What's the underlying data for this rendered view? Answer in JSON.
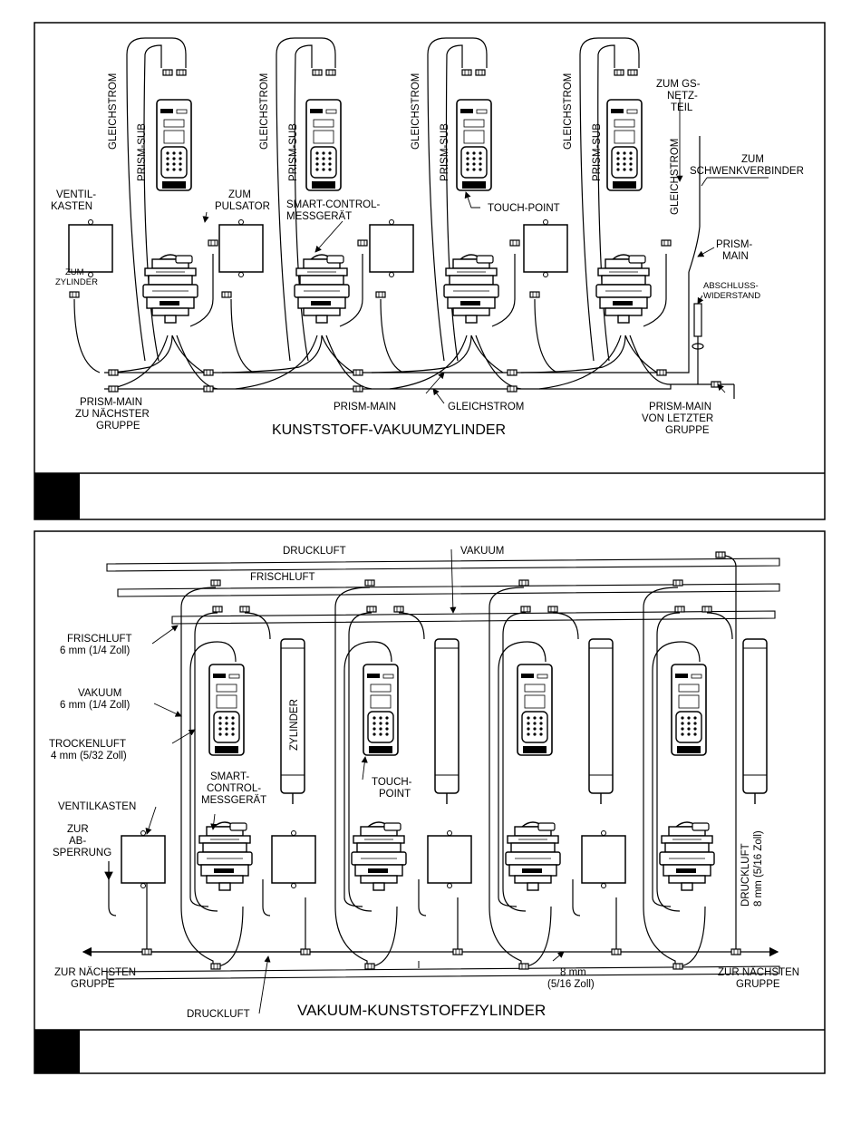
{
  "figure1": {
    "caption": "KUNSTSTOFF-VAKUUMZYLINDER",
    "labels": {
      "gleichstrom": "GLEICHSTROM",
      "prism_sub": "PRISM-SUB",
      "ventil_1": "VENTIL-",
      "ventil_2": "KASTEN",
      "zum_pulsator_1": "ZUM",
      "zum_pulsator_2": "PULSATOR",
      "smart_control_1": "SMART-CONTROL-",
      "smart_control_2": "MESSGERÄT",
      "touch_point": "TOUCH-POINT",
      "zum_gs_1": "ZUM GS-",
      "zum_gs_2": "NETZ-",
      "zum_gs_3": "TEIL",
      "zum_schwenk_1": "ZUM",
      "zum_schwenk_2": "SCHWENKVERBINDER",
      "prism_main_r1": "PRISM-",
      "prism_main_r2": "MAIN",
      "abschluss_1": "ABSCHLUSS-",
      "abschluss_2": "WIDERSTAND",
      "zum_zylinder_1": "ZUM",
      "zum_zylinder_2": "ZYLINDER",
      "pm_naechste_1": "PRISM-MAIN",
      "pm_naechste_2": "ZU NÄCHSTER",
      "pm_naechste_3": "GRUPPE",
      "prism_main_c": "PRISM-MAIN",
      "gleichstrom_c": "GLEICHSTROM",
      "pm_letzter_1": "PRISM-MAIN",
      "pm_letzter_2": "VON LETZTER",
      "pm_letzter_3": "GRUPPE"
    }
  },
  "figure2": {
    "caption": "VAKUUM-KUNSTSTOFFZYLINDER",
    "labels": {
      "druckluft_top": "DRUCKLUFT",
      "vakuum_top": "VAKUUM",
      "frischluft_top": "FRISCHLUFT",
      "frischluft_1": "FRISCHLUFT",
      "frischluft_2": "6 mm (1/4 Zoll)",
      "vakuum_1": "VAKUUM",
      "vakuum_2": "6 mm (1/4 Zoll)",
      "trockenluft_1": "TROCKENLUFT",
      "trockenluft_2": "4 mm (5/32 Zoll)",
      "zylinder": "ZYLINDER",
      "smart_1": "SMART-",
      "smart_2": "CONTROL-",
      "smart_3": "MESSGERÄT",
      "touch_1": "TOUCH-",
      "touch_2": "POINT",
      "ventilkasten": "VENTILKASTEN",
      "zur_ab_1": "ZUR",
      "zur_ab_2": "AB-",
      "zur_ab_3": "SPERRUNG",
      "druckluft_right_1": "DRUCKLUFT",
      "druckluft_right_2": "8 mm (5/16 Zoll)",
      "zur_left_1": "ZUR NÄCHSTEN",
      "zur_left_2": "GRUPPE",
      "zur_right_1": "ZUR NÄCHSTEN",
      "zur_right_2": "GRUPPE",
      "mm8_1": "8 mm",
      "mm8_2": "(5/16 Zoll)",
      "druckluft_bottom": "DRUCKLUFT"
    }
  }
}
